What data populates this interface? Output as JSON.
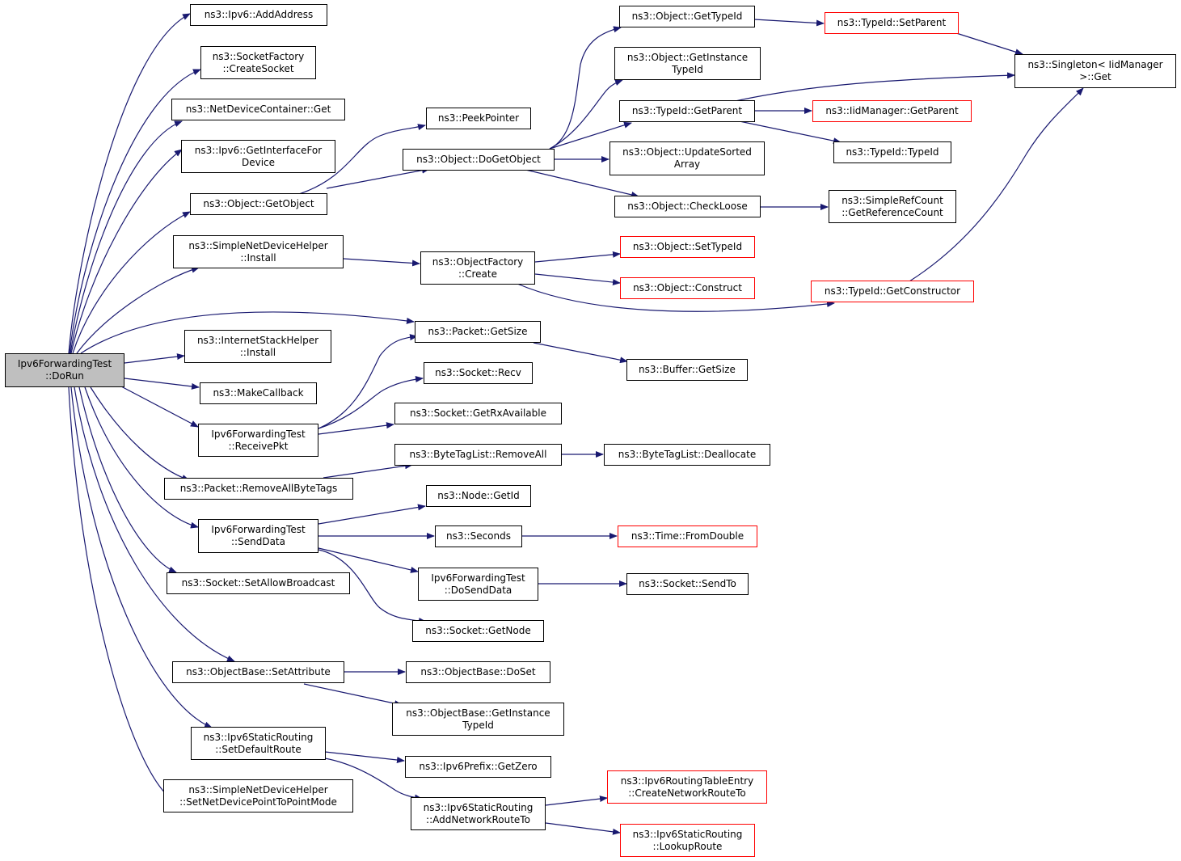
{
  "colors": {
    "edge": "#191970",
    "node_border": "#000000",
    "truncated_border": "#ff0000",
    "root_fill": "#bfbfbf",
    "background": "#ffffff"
  },
  "nodes": {
    "root": [
      "Ipv6ForwardingTest",
      "::DoRun"
    ],
    "ipv6_addaddress": [
      "ns3::Ipv6::AddAddress"
    ],
    "socketfactory_createsocket": [
      "ns3::SocketFactory",
      "::CreateSocket"
    ],
    "netdevicecontainer_get": [
      "ns3::NetDeviceContainer::Get"
    ],
    "ipv6_getinterfacefordevice": [
      "ns3::Ipv6::GetInterfaceFor",
      "Device"
    ],
    "object_getobject": [
      "ns3::Object::GetObject"
    ],
    "simplenetdevicehelper_install": [
      "ns3::SimpleNetDeviceHelper",
      "::Install"
    ],
    "internetstackhelper_install": [
      "ns3::InternetStackHelper",
      "::Install"
    ],
    "makecallback": [
      "ns3::MakeCallback"
    ],
    "receivepkt": [
      "Ipv6ForwardingTest",
      "::ReceivePkt"
    ],
    "packet_removeallbytetags": [
      "ns3::Packet::RemoveAllByteTags"
    ],
    "senddata": [
      "Ipv6ForwardingTest",
      "::SendData"
    ],
    "socket_setallowbroadcast": [
      "ns3::Socket::SetAllowBroadcast"
    ],
    "objectbase_setattribute": [
      "ns3::ObjectBase::SetAttribute"
    ],
    "ipv6staticrouting_setdefaultroute": [
      "ns3::Ipv6StaticRouting",
      "::SetDefaultRoute"
    ],
    "simplenetdevicehelper_setp2p": [
      "ns3::SimpleNetDeviceHelper",
      "::SetNetDevicePointToPointMode"
    ],
    "peekpointer": [
      "ns3::PeekPointer"
    ],
    "object_dogetobject": [
      "ns3::Object::DoGetObject"
    ],
    "objectfactory_create": [
      "ns3::ObjectFactory",
      "::Create"
    ],
    "packet_getsize": [
      "ns3::Packet::GetSize"
    ],
    "socket_recv": [
      "ns3::Socket::Recv"
    ],
    "socket_getrxavailable": [
      "ns3::Socket::GetRxAvailable"
    ],
    "bytetaglist_removeall": [
      "ns3::ByteTagList::RemoveAll"
    ],
    "node_getid": [
      "ns3::Node::GetId"
    ],
    "seconds": [
      "ns3::Seconds"
    ],
    "dosenddata": [
      "Ipv6ForwardingTest",
      "::DoSendData"
    ],
    "socket_getnode": [
      "ns3::Socket::GetNode"
    ],
    "objectbase_doset": [
      "ns3::ObjectBase::DoSet"
    ],
    "objectbase_getinstancetypeid": [
      "ns3::ObjectBase::GetInstance",
      "TypeId"
    ],
    "ipv6prefix_getzero": [
      "ns3::Ipv6Prefix::GetZero"
    ],
    "ipv6staticrouting_addnetworkrouteto": [
      "ns3::Ipv6StaticRouting",
      "::AddNetworkRouteTo"
    ],
    "object_gettypeid": [
      "ns3::Object::GetTypeId"
    ],
    "object_getinstancetypeid": [
      "ns3::Object::GetInstance",
      "TypeId"
    ],
    "typeid_getparent": [
      "ns3::TypeId::GetParent"
    ],
    "object_updatesortedarray": [
      "ns3::Object::UpdateSorted",
      "Array"
    ],
    "object_checkloose": [
      "ns3::Object::CheckLoose"
    ],
    "object_settypeid": [
      "ns3::Object::SetTypeId"
    ],
    "object_construct": [
      "ns3::Object::Construct"
    ],
    "buffer_getsize": [
      "ns3::Buffer::GetSize"
    ],
    "bytetaglist_deallocate": [
      "ns3::ByteTagList::Deallocate"
    ],
    "time_fromdouble": [
      "ns3::Time::FromDouble"
    ],
    "socket_sendto": [
      "ns3::Socket::SendTo"
    ],
    "ipv6routingtableentry_createnetworkrouteto": [
      "ns3::Ipv6RoutingTableEntry",
      "::CreateNetworkRouteTo"
    ],
    "ipv6staticrouting_lookuproute": [
      "ns3::Ipv6StaticRouting",
      "::LookupRoute"
    ],
    "typeid_setparent": [
      "ns3::TypeId::SetParent"
    ],
    "iidmanager_getparent": [
      "ns3::IidManager::GetParent"
    ],
    "typeid_typeid": [
      "ns3::TypeId::TypeId"
    ],
    "simplerefcount_getreferencecount": [
      "ns3::SimpleRefCount",
      "::GetReferenceCount"
    ],
    "typeid_getconstructor": [
      "ns3::TypeId::GetConstructor"
    ],
    "singleton_iidmanager_get": [
      "ns3::Singleton< IidManager",
      ">::Get"
    ]
  }
}
